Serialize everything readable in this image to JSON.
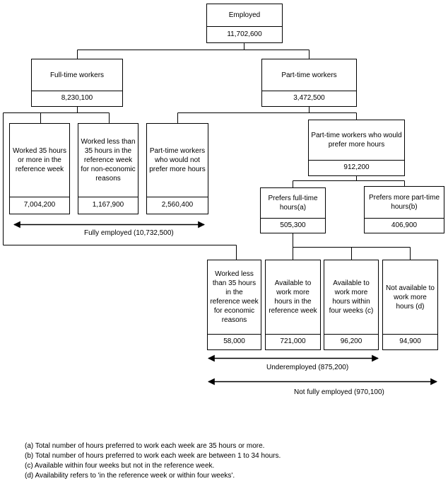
{
  "boxes": {
    "employed": {
      "label": "Employed",
      "value": "11,702,600"
    },
    "fulltime": {
      "label": "Full-time workers",
      "value": "8,230,100"
    },
    "parttime": {
      "label": "Part-time workers",
      "value": "3,472,500"
    },
    "worked35plus": {
      "label": "Worked 35 hours or more in the reference week",
      "value": "7,004,200"
    },
    "workedless_noneco": {
      "label": "Worked less than 35 hours in the reference week for non-economic reasons",
      "value": "1,167,900"
    },
    "pt_not_prefer": {
      "label": "Part-time workers who would not prefer more hours",
      "value": "2,560,400"
    },
    "pt_prefer_more": {
      "label": "Part-time workers who would prefer more hours",
      "value": "912,200"
    },
    "prefers_fulltime": {
      "label": "Prefers full-time hours(a)",
      "value": "505,300"
    },
    "prefers_more_pt": {
      "label": "Prefers more part-time hours(b)",
      "value": "406,900"
    },
    "workedless_eco": {
      "label": "Worked less than 35 hours in the reference week for economic reasons",
      "value": "58,000"
    },
    "avail_refweek": {
      "label": "Available to work more hours in the reference week",
      "value": "721,000"
    },
    "avail_fourweeks": {
      "label": "Available to work more hours within four weeks (c)",
      "value": "96,200"
    },
    "not_available": {
      "label": "Not available to work more hours (d)",
      "value": "94,900"
    }
  },
  "ranges": {
    "fully_employed": "Fully employed (10,732,500)",
    "underemployed": "Underemployed (875,200)",
    "not_fully_employed": "Not fully employed (970,100)"
  },
  "footnotes": [
    "(a) Total number of hours preferred to work each week are 35 hours or more.",
    "(b) Total number of hours preferred to work each week are between 1 to 34 hours.",
    "(c) Available within four weeks but not in the reference week.",
    "(d) Availability refers to 'in the reference week or within four weeks'."
  ]
}
